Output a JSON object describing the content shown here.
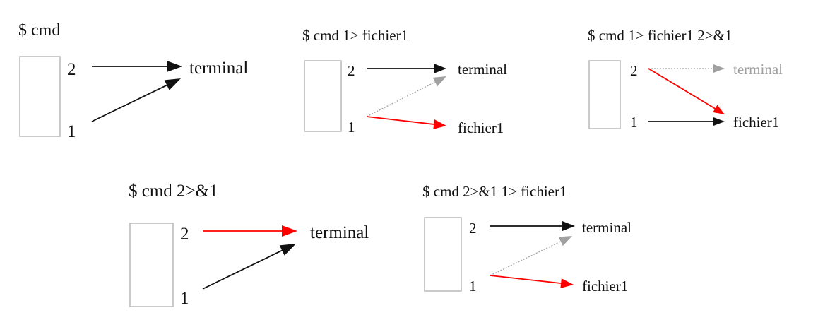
{
  "colors": {
    "black": "#111111",
    "red": "#ff0000",
    "gray": "#a0a0a0"
  },
  "diagrams": [
    {
      "command": "$ cmd",
      "fd2": "2",
      "fd1": "1",
      "targets": [
        {
          "id": "terminal",
          "label": "terminal",
          "color": "black"
        }
      ],
      "arrows": [
        {
          "from": "fd2",
          "to": "terminal",
          "color": "black",
          "style": "solid"
        },
        {
          "from": "fd1",
          "to": "terminal",
          "color": "black",
          "style": "solid"
        }
      ]
    },
    {
      "command": "$ cmd 1> fichier1",
      "fd2": "2",
      "fd1": "1",
      "targets": [
        {
          "id": "terminal",
          "label": "terminal",
          "color": "black"
        },
        {
          "id": "fichier1",
          "label": "fichier1",
          "color": "black"
        }
      ],
      "arrows": [
        {
          "from": "fd2",
          "to": "terminal",
          "color": "black",
          "style": "solid"
        },
        {
          "from": "fd1",
          "to": "terminal",
          "color": "gray",
          "style": "dotted"
        },
        {
          "from": "fd1",
          "to": "fichier1",
          "color": "red",
          "style": "solid"
        }
      ]
    },
    {
      "command": "$ cmd 1> fichier1 2>&1",
      "fd2": "2",
      "fd1": "1",
      "targets": [
        {
          "id": "terminal",
          "label": "terminal",
          "color": "gray"
        },
        {
          "id": "fichier1",
          "label": "fichier1",
          "color": "black"
        }
      ],
      "arrows": [
        {
          "from": "fd2",
          "to": "terminal",
          "color": "gray",
          "style": "dotted"
        },
        {
          "from": "fd2",
          "to": "fichier1",
          "color": "red",
          "style": "solid"
        },
        {
          "from": "fd1",
          "to": "fichier1",
          "color": "black",
          "style": "solid"
        }
      ]
    },
    {
      "command": "$ cmd 2>&1",
      "fd2": "2",
      "fd1": "1",
      "targets": [
        {
          "id": "terminal",
          "label": "terminal",
          "color": "black"
        }
      ],
      "arrows": [
        {
          "from": "fd2",
          "to": "terminal",
          "color": "red",
          "style": "solid"
        },
        {
          "from": "fd1",
          "to": "terminal",
          "color": "black",
          "style": "solid"
        }
      ]
    },
    {
      "command": "$ cmd 2>&1 1> fichier1",
      "fd2": "2",
      "fd1": "1",
      "targets": [
        {
          "id": "terminal",
          "label": "terminal",
          "color": "black"
        },
        {
          "id": "fichier1",
          "label": "fichier1",
          "color": "black"
        }
      ],
      "arrows": [
        {
          "from": "fd2",
          "to": "terminal",
          "color": "black",
          "style": "solid"
        },
        {
          "from": "fd1",
          "to": "terminal",
          "color": "gray",
          "style": "dotted"
        },
        {
          "from": "fd1",
          "to": "fichier1",
          "color": "red",
          "style": "solid"
        }
      ]
    }
  ]
}
